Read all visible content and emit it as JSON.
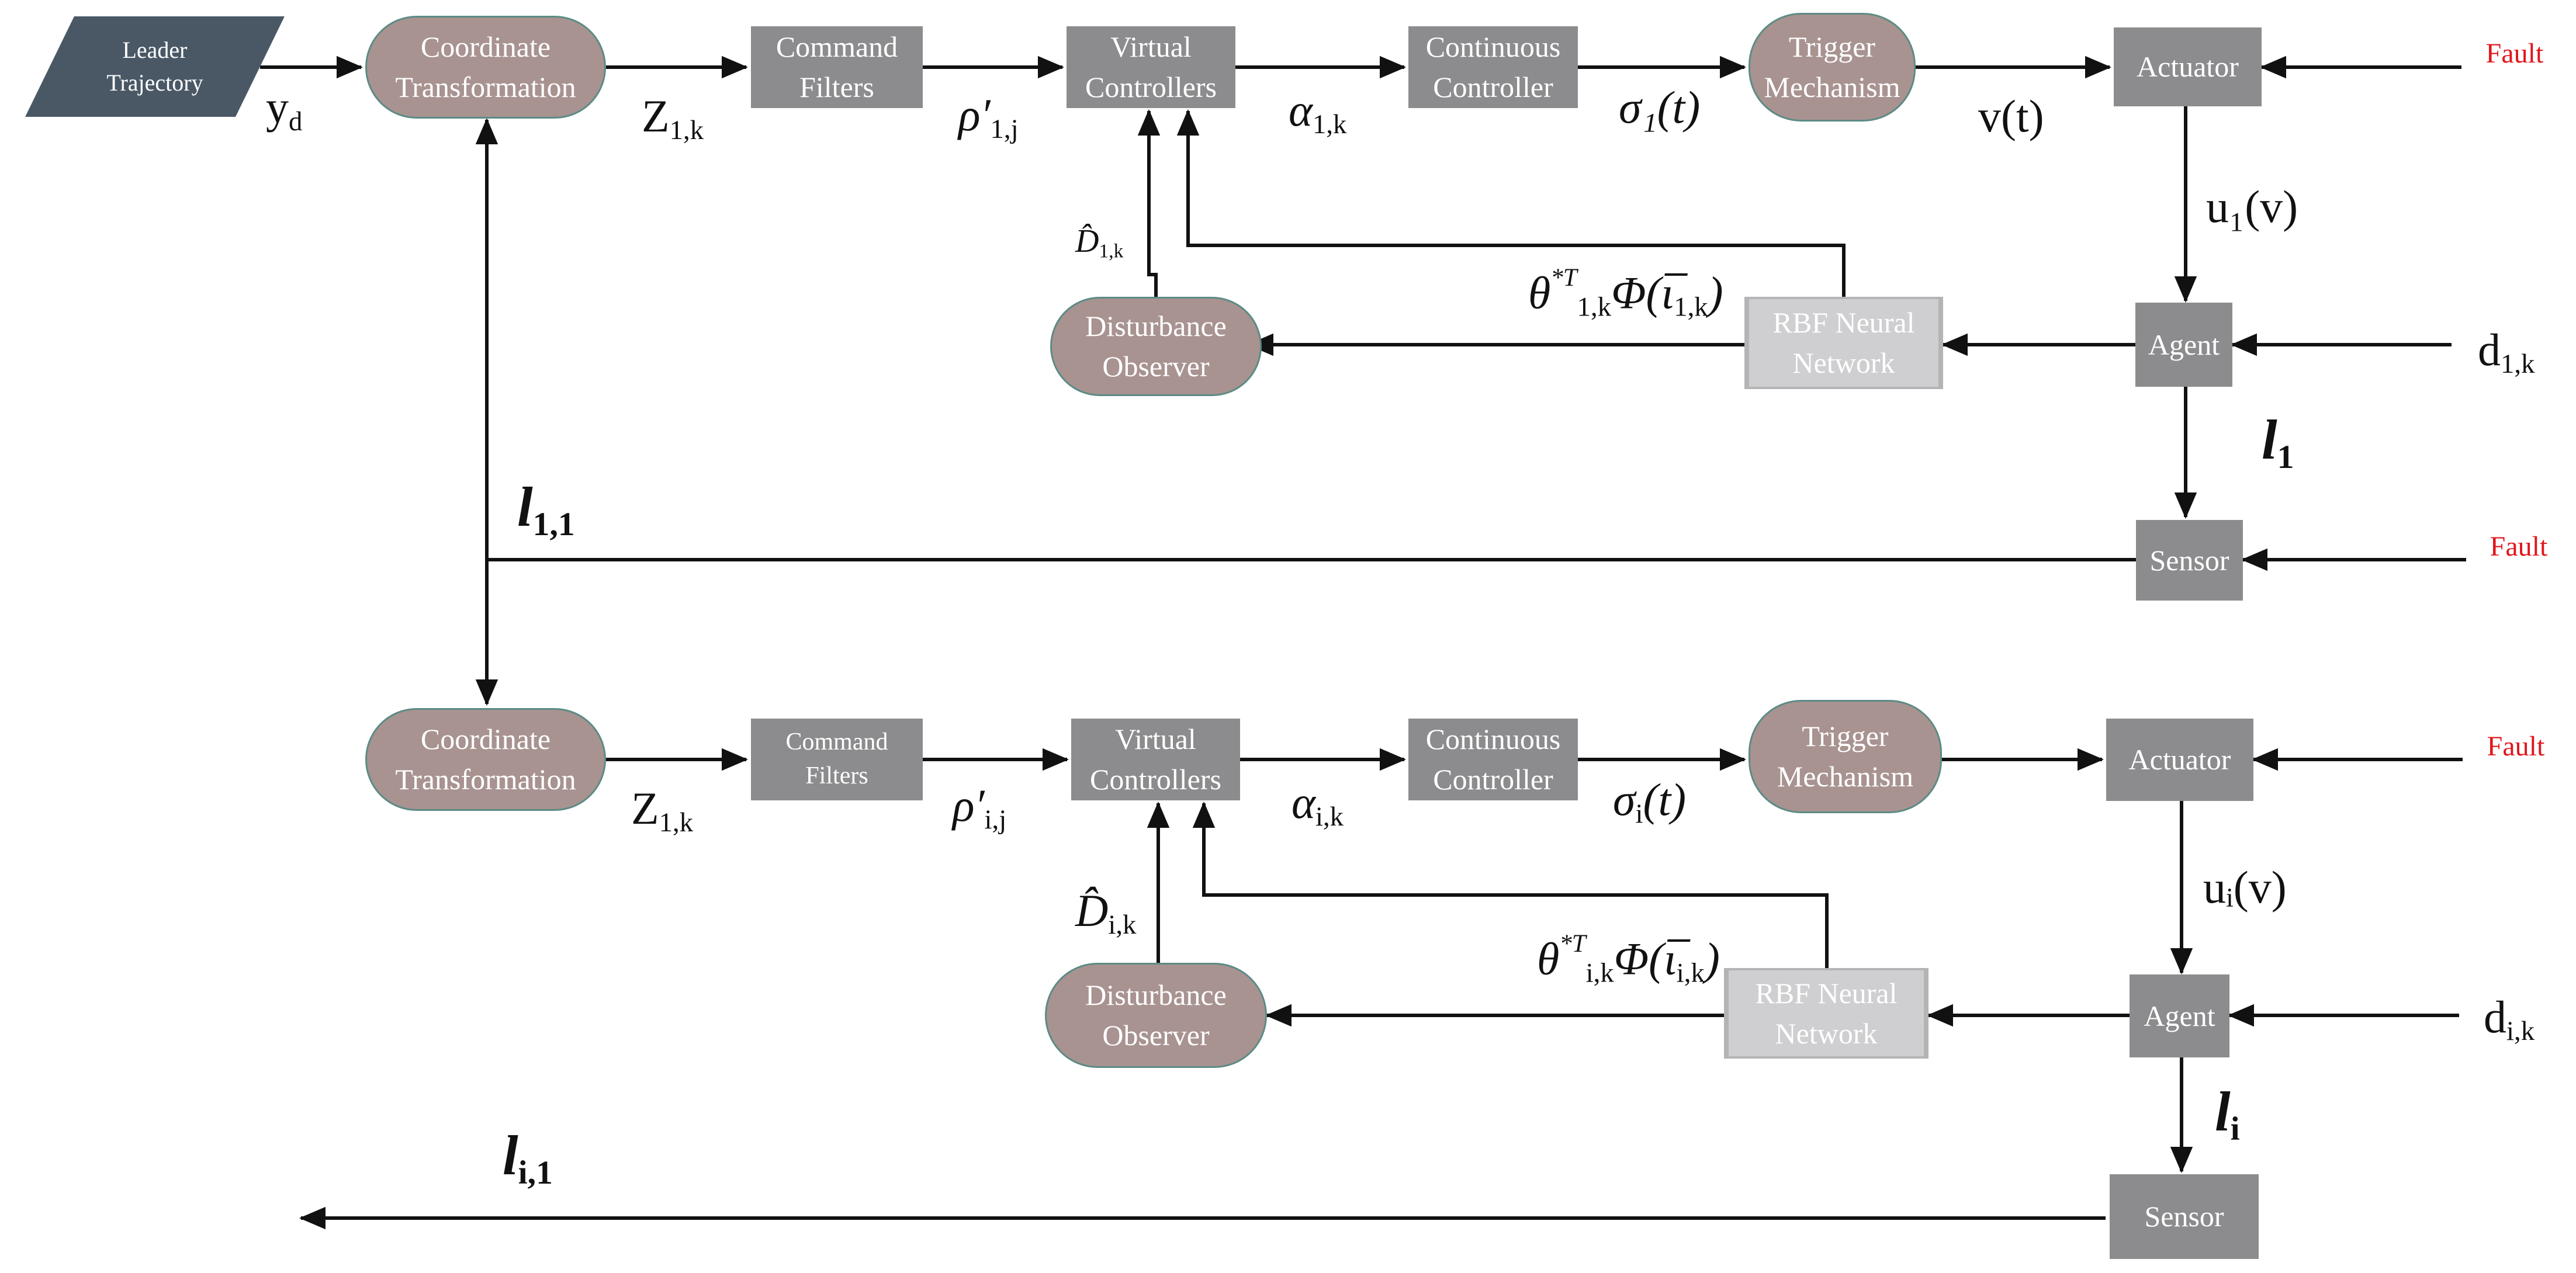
{
  "blocks": {
    "leader": [
      "Leader",
      "Trajectory"
    ],
    "top": {
      "coord": [
        "Coordinate",
        "Transformation"
      ],
      "cmd": [
        "Command",
        "Filters"
      ],
      "virtual": [
        "Virtual",
        "Controllers"
      ],
      "continuous": [
        "Continuous",
        "Controller"
      ],
      "trigger": [
        "Trigger",
        "Mechanism"
      ],
      "actuator": "Actuator",
      "fault": "Fault",
      "agent": "Agent",
      "rbf": [
        "RBF Neural",
        "Network"
      ],
      "dob": [
        "Disturbance",
        "Observer"
      ],
      "sensor": "Sensor",
      "fault2": "Fault"
    },
    "bottom": {
      "coord": [
        "Coordinate",
        "Transformation"
      ],
      "cmd": [
        "Command",
        "Filters"
      ],
      "virtual": [
        "Virtual",
        "Controllers"
      ],
      "continuous": [
        "Continuous",
        "Controller"
      ],
      "trigger": [
        "Trigger",
        "Mechanism"
      ],
      "actuator": "Actuator",
      "fault": "Fault",
      "agent": "Agent",
      "rbf": [
        "RBF Neural",
        "Network"
      ],
      "dob": [
        "Disturbance",
        "Observer"
      ],
      "sensor": "Sensor"
    }
  },
  "signals": {
    "yd": "y",
    "yd_sub": "d",
    "z_top": "Z",
    "z_top_sub": "1,k",
    "rho_top": "ρ′",
    "rho_top_sub": "1,j",
    "alpha_top": "α",
    "alpha_top_sub": "1,k",
    "sigma_top": "σ₁(t)",
    "vt": "v(t)",
    "u_top": "u₁(v)",
    "d_top": "d",
    "d_top_sub": "1,k",
    "l_top": "l",
    "l_top_sub": "1",
    "l11": "l",
    "l11_sub": "1,1",
    "dhat_top": "D̂",
    "dhat_top_sub": "1,k",
    "theta_top": "θ",
    "theta_top_sub": "1,k",
    "theta_top_sup": "*T",
    "phi_top": "Φ(ι̅",
    "phi_top_sub": "1,k",
    "phi_close": ")",
    "z_bot": "Z",
    "z_bot_sub": "1,k",
    "rho_bot": "ρ′",
    "rho_bot_sub": "i,j",
    "alpha_bot": "α",
    "alpha_bot_sub": "i,k",
    "sigma_bot": "σ",
    "sigma_bot_sub": "i",
    "sigma_bot_tail": "(t)",
    "u_bot": "uᵢ(v)",
    "d_bot": "d",
    "d_bot_sub": "i,k",
    "l_bot": "l",
    "l_bot_sub": "i",
    "li1": "l",
    "li1_sub": "i,1",
    "dhat_bot": "D̂",
    "dhat_bot_sub": "i,k",
    "theta_bot": "θ",
    "theta_bot_sub": "i,k",
    "theta_bot_sup": "*T",
    "phi_bot": "Φ(ι̅",
    "phi_bot_sub": "i,k",
    "phi_close_bot": ")"
  },
  "colors": {
    "block": "#8c8c8e",
    "pill": "#a89390",
    "pill_border": "#5c8b86",
    "leader": "#4a5866",
    "fault_text": "#e0161b",
    "line": "#111111"
  }
}
